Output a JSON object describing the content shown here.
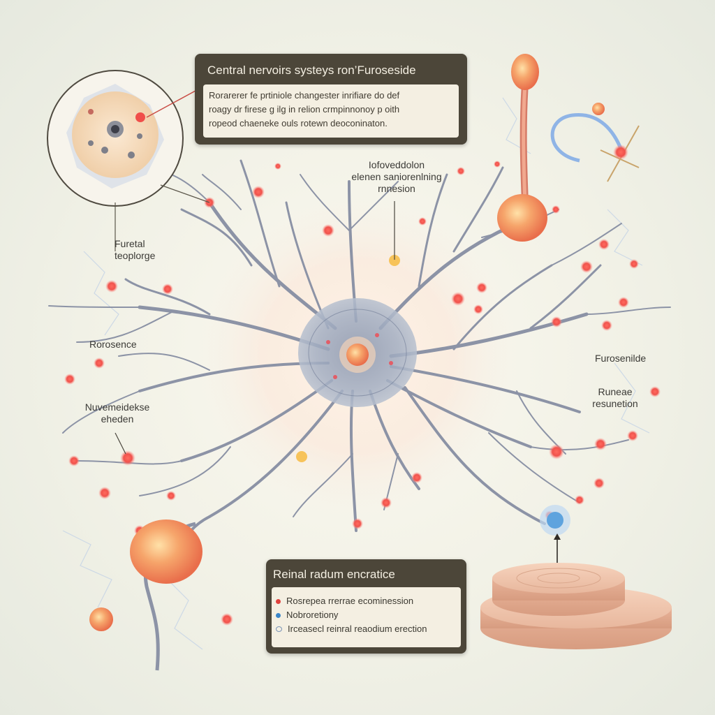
{
  "top_box": {
    "title": "Central nervoirs systeys ron’Furoseside",
    "body": [
      "Rorarerer fe prtiniole changester inrifiare do def",
      "roagy dr firese g ilg in relion crmpinnonoy p oith",
      "ropeod chaeneke ouls rotewn deoconinaton."
    ]
  },
  "labels": {
    "center_top": [
      "Iofoveddolon",
      "elenen saniorenlning",
      "rnnesion"
    ],
    "left_upper": [
      "Furetal",
      "teoplorge"
    ],
    "left_mid": [
      "Rorosence"
    ],
    "left_lower": [
      "Nuvemeidekse",
      "eheden"
    ],
    "right_upper": [
      "Furosenilde"
    ],
    "right_lower": [
      "Runeae",
      "resunetion"
    ]
  },
  "bottom_box": {
    "title": "Reinal radum encratice",
    "bullets": [
      {
        "text": "Rosrepea rrerrae ecominession",
        "color": "#e0423d"
      },
      {
        "text": "Nobroretiony",
        "color": "#3b86c9"
      },
      {
        "text": "Irceasecl reinral reaodium erection",
        "color": "#7a93b6"
      }
    ]
  }
}
